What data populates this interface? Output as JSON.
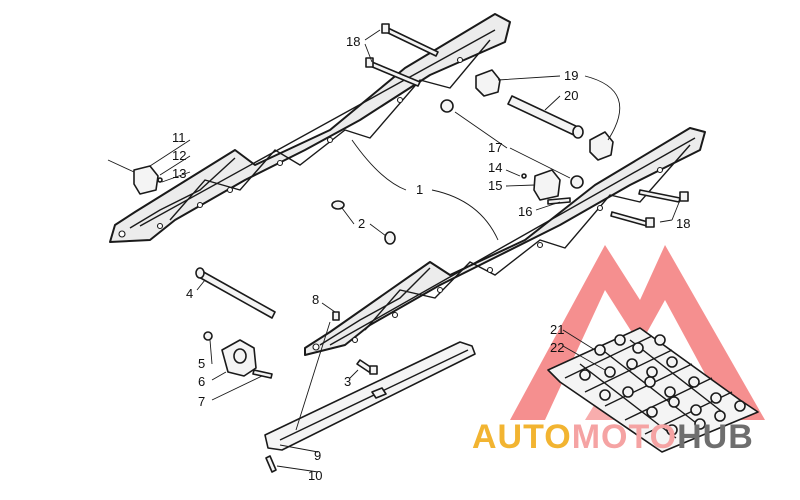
{
  "callouts": {
    "c1": "1",
    "c2": "2",
    "c3": "3",
    "c4": "4",
    "c5": "5",
    "c6": "6",
    "c7": "7",
    "c8": "8",
    "c9": "9",
    "c10": "10",
    "c11": "11",
    "c12": "12",
    "c13": "13",
    "c14": "14",
    "c15": "15",
    "c16": "16",
    "c17": "17",
    "c18a": "18",
    "c18b": "18",
    "c19": "19",
    "c20": "20",
    "c21": "21",
    "c22": "22"
  },
  "watermark": {
    "auto": "AUTO",
    "moto": "MOTO",
    "hub": "HUB",
    "color_auto": "#f2b431",
    "color_moto": "#f5a3a3",
    "color_hub": "#6e6e6e",
    "color_logo": "#f05050"
  }
}
